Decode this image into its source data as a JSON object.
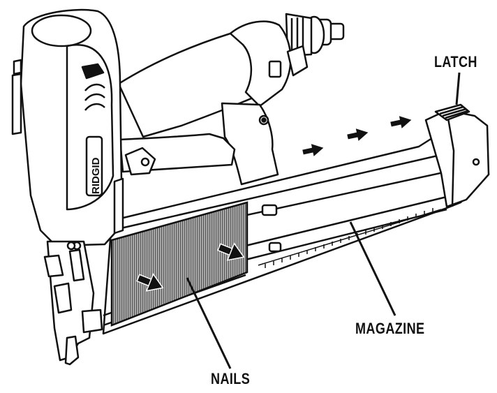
{
  "labels": {
    "latch": "LATCH",
    "magazine": "MAGAZINE",
    "nails": "NAILS"
  },
  "tool": {
    "brand_mark": "RIDGID"
  },
  "colors": {
    "ink": "#111111",
    "body_fill": "#ffffff",
    "nails_fill": "#9a9a9a"
  }
}
